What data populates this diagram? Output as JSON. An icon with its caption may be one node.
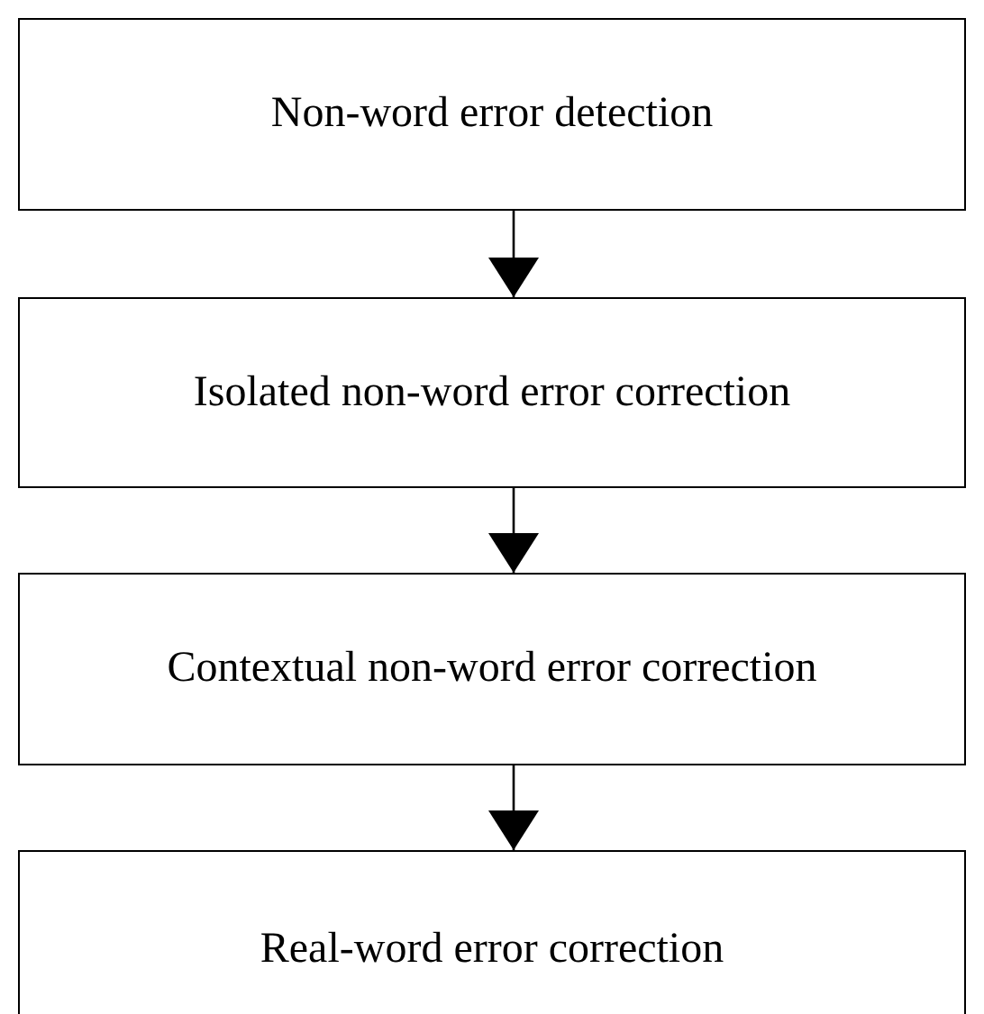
{
  "diagram": {
    "nodes": [
      {
        "text": [
          "Non-word error detection"
        ]
      },
      {
        "text": [
          "Isolated non-word error correction"
        ]
      },
      {
        "text": [
          "Contextual non-word error correction"
        ]
      },
      {
        "text": [
          "Real-word error correction"
        ]
      }
    ],
    "edges": [
      {
        "from": 0,
        "to": 1,
        "arrow": "to"
      },
      {
        "from": 1,
        "to": 2,
        "arrow": "to"
      },
      {
        "from": 2,
        "to": 3,
        "arrow": "to"
      }
    ]
  }
}
